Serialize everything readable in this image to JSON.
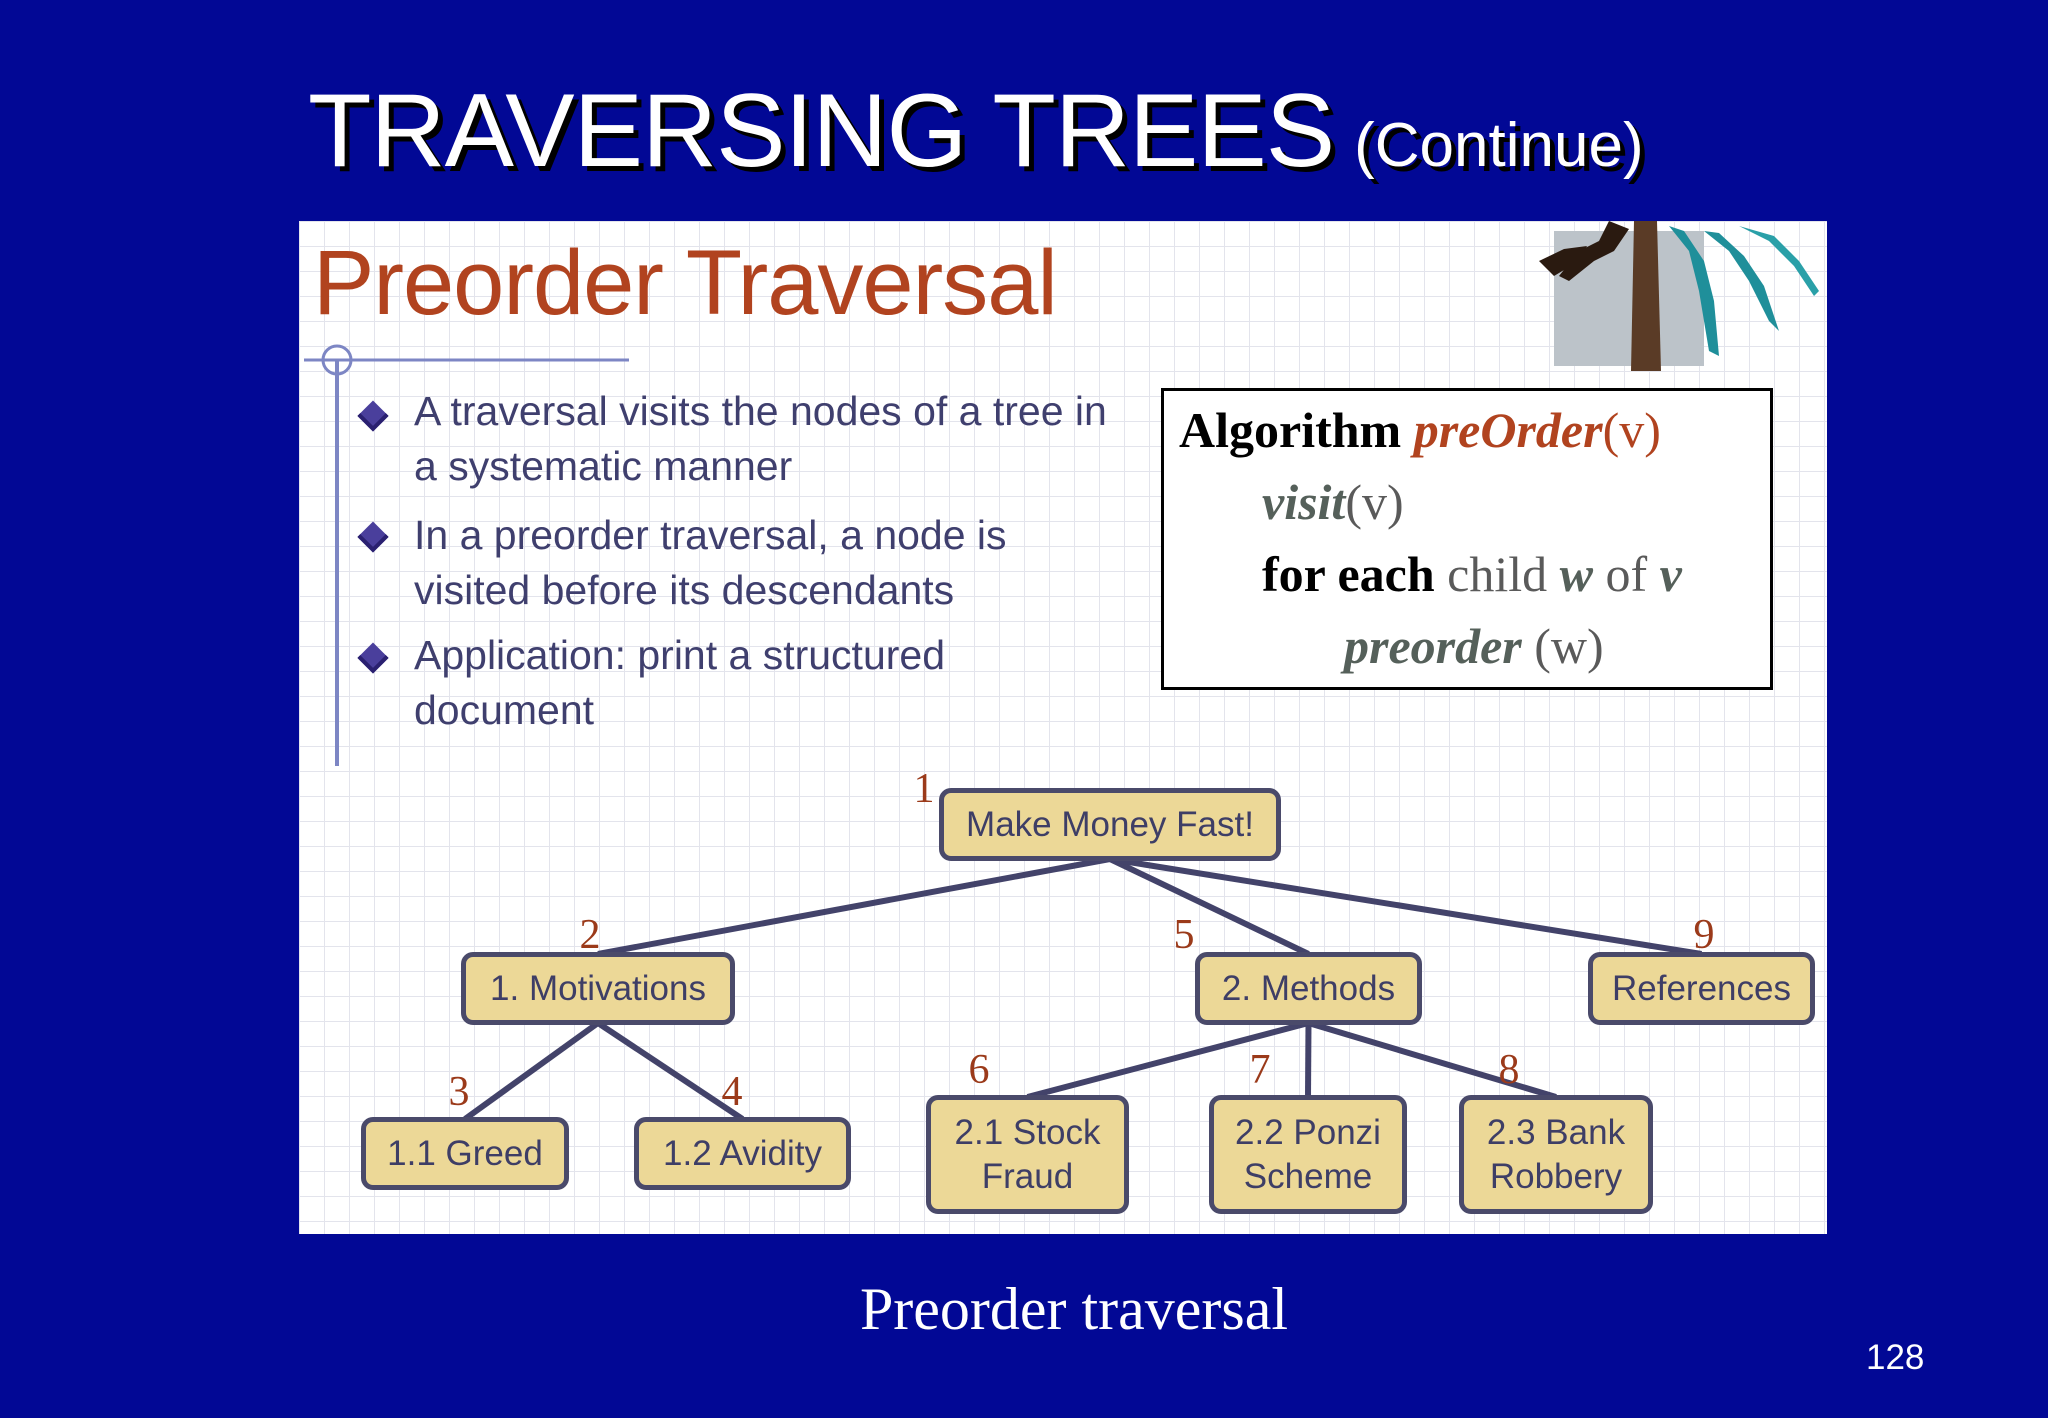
{
  "slide": {
    "title_main": "TRAVERSING TREES",
    "title_sub": "(Continue)",
    "caption": "Preorder traversal",
    "page_number": "128"
  },
  "panel": {
    "title": "Preorder Traversal",
    "bullets": [
      "A traversal visits the nodes of a tree in a systematic manner",
      "In a preorder traversal, a node is visited before its descendants",
      "Application: print a structured document"
    ],
    "algorithm": {
      "keyword_algorithm": "Algorithm",
      "function_name": "preOrder",
      "param_v": "(v)",
      "visit_call": "visit",
      "visit_arg": "(v)",
      "for_each": "for each",
      "child_text": "child",
      "w": "w",
      "of_text": "of",
      "v": "v",
      "recursive_call": "preorder",
      "recursive_arg": "(w)"
    }
  },
  "tree": {
    "nodes": [
      {
        "id": "root",
        "order": "1",
        "label": "Make Money Fast!"
      },
      {
        "id": "motivations",
        "order": "2",
        "label": "1. Motivations"
      },
      {
        "id": "greed",
        "order": "3",
        "label": "1.1 Greed"
      },
      {
        "id": "avidity",
        "order": "4",
        "label": "1.2 Avidity"
      },
      {
        "id": "methods",
        "order": "5",
        "label": "2. Methods"
      },
      {
        "id": "stock-fraud",
        "order": "6",
        "label": "2.1 Stock\nFraud"
      },
      {
        "id": "ponzi",
        "order": "7",
        "label": "2.2 Ponzi\nScheme"
      },
      {
        "id": "bank-robbery",
        "order": "8",
        "label": "2.3 Bank\nRobbery"
      },
      {
        "id": "references",
        "order": "9",
        "label": "References"
      }
    ],
    "edges": [
      [
        "root",
        "motivations"
      ],
      [
        "root",
        "methods"
      ],
      [
        "root",
        "references"
      ],
      [
        "motivations",
        "greed"
      ],
      [
        "motivations",
        "avidity"
      ],
      [
        "methods",
        "stock-fraud"
      ],
      [
        "methods",
        "ponzi"
      ],
      [
        "methods",
        "bank-robbery"
      ]
    ]
  }
}
